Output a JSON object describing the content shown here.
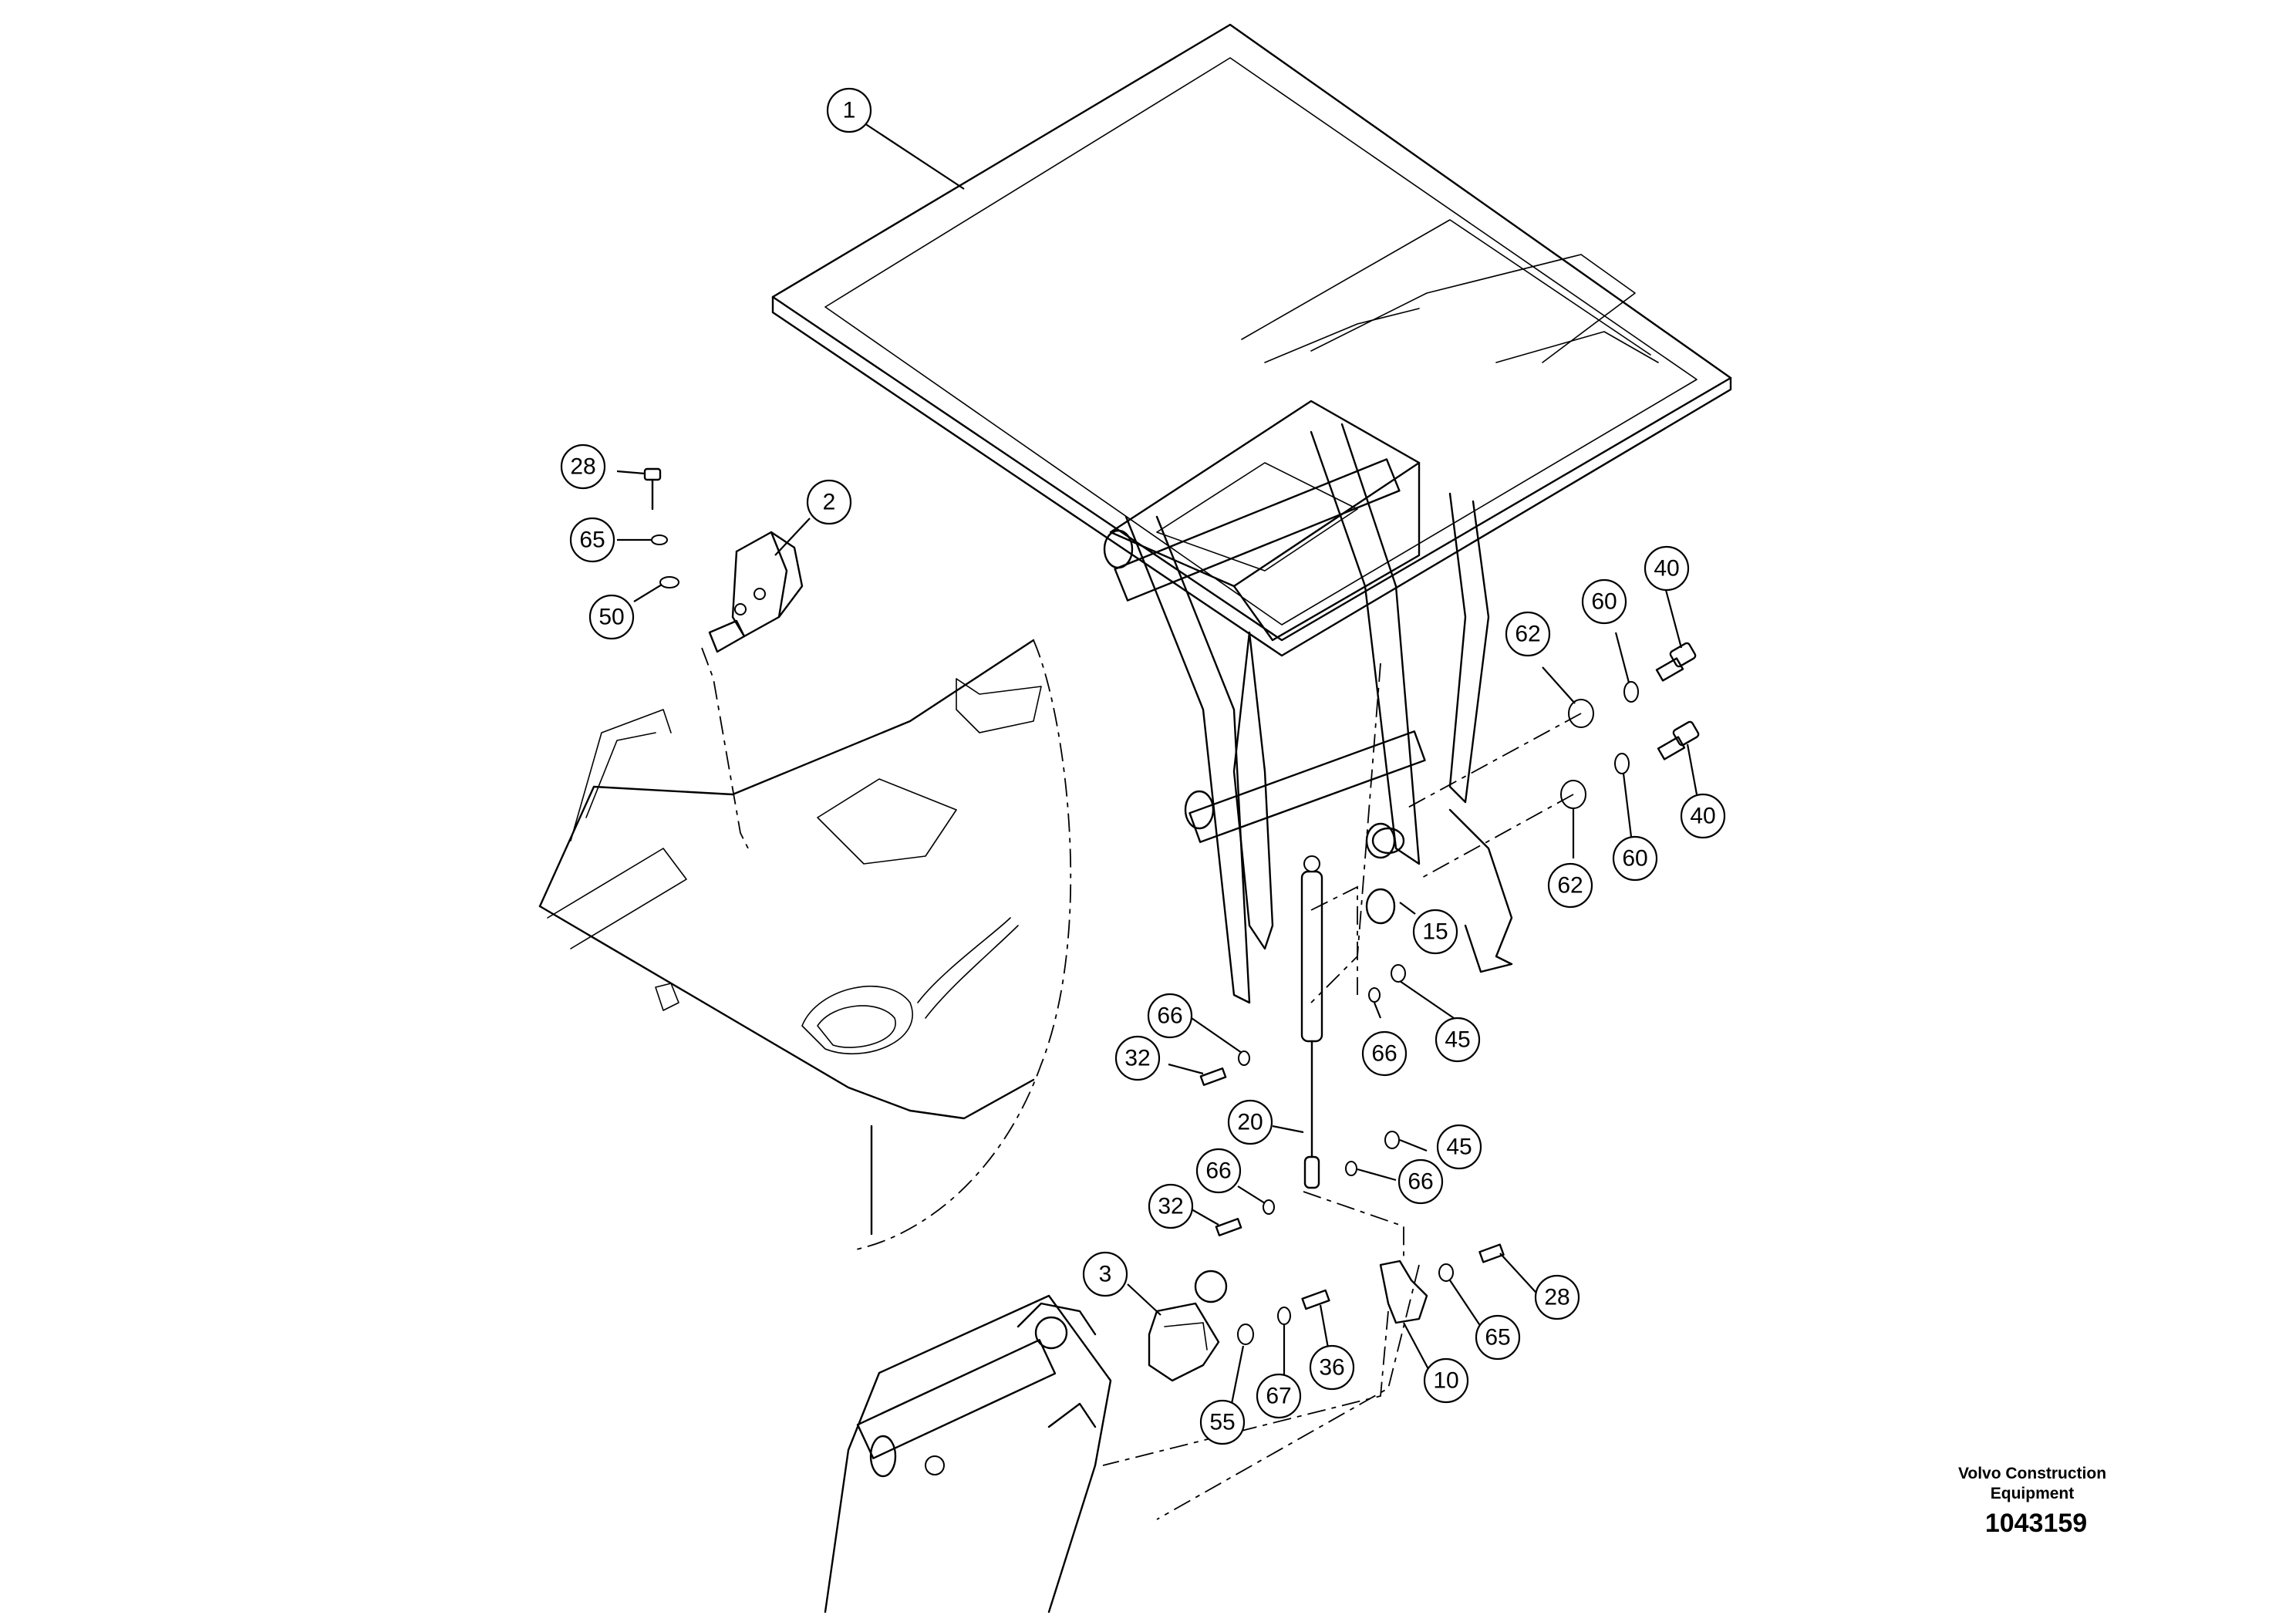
{
  "diagram": {
    "callouts": [
      {
        "id": "c1",
        "label": "1"
      },
      {
        "id": "c2",
        "label": "2"
      },
      {
        "id": "c28a",
        "label": "28"
      },
      {
        "id": "c65a",
        "label": "65"
      },
      {
        "id": "c50",
        "label": "50"
      },
      {
        "id": "c40a",
        "label": "40"
      },
      {
        "id": "c60a",
        "label": "60"
      },
      {
        "id": "c62a",
        "label": "62"
      },
      {
        "id": "c40b",
        "label": "40"
      },
      {
        "id": "c60b",
        "label": "60"
      },
      {
        "id": "c62b",
        "label": "62"
      },
      {
        "id": "c15",
        "label": "15"
      },
      {
        "id": "c45a",
        "label": "45"
      },
      {
        "id": "c66a",
        "label": "66"
      },
      {
        "id": "c66b",
        "label": "66"
      },
      {
        "id": "c32a",
        "label": "32"
      },
      {
        "id": "c20",
        "label": "20"
      },
      {
        "id": "c45b",
        "label": "45"
      },
      {
        "id": "c66c",
        "label": "66"
      },
      {
        "id": "c66d",
        "label": "66"
      },
      {
        "id": "c32b",
        "label": "32"
      },
      {
        "id": "c3",
        "label": "3"
      },
      {
        "id": "c28b",
        "label": "28"
      },
      {
        "id": "c65b",
        "label": "65"
      },
      {
        "id": "c10",
        "label": "10"
      },
      {
        "id": "c36",
        "label": "36"
      },
      {
        "id": "c67",
        "label": "67"
      },
      {
        "id": "c55",
        "label": "55"
      }
    ]
  },
  "footer": {
    "brand": "Volvo Construction Equipment",
    "drawing_number": "1043159"
  }
}
